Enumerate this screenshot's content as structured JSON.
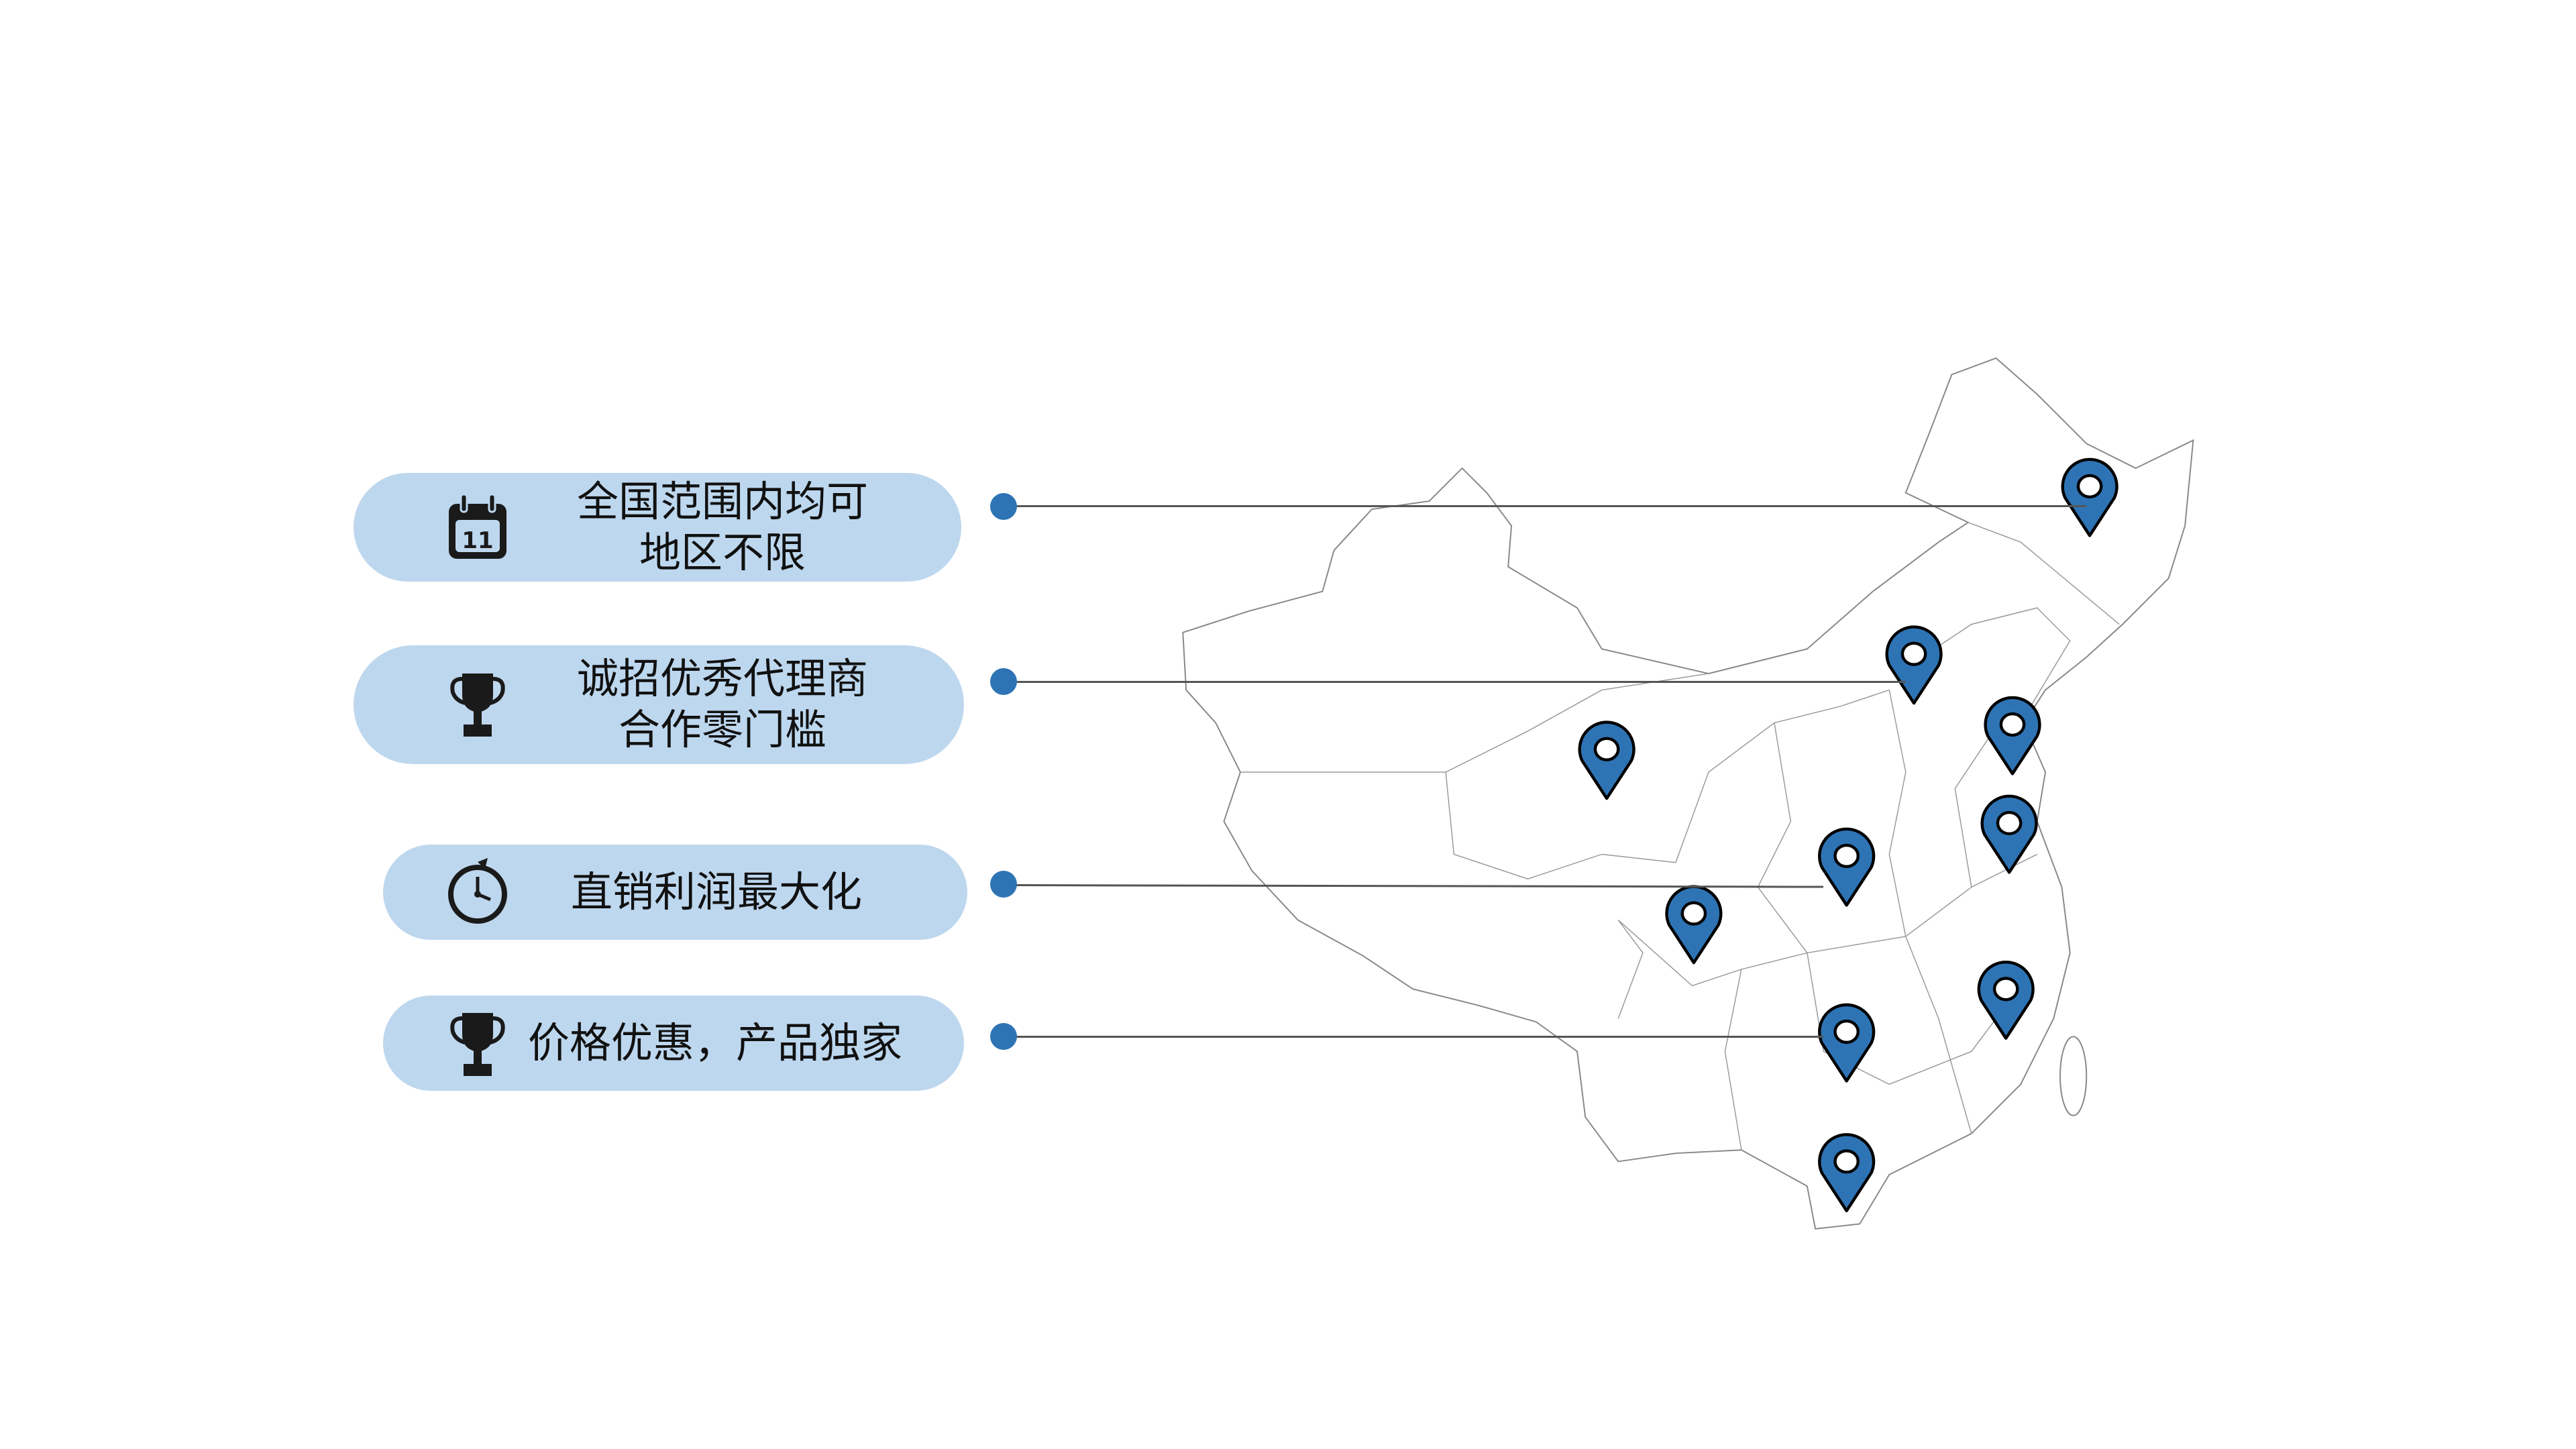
{
  "features": [
    {
      "icon": "calendar-icon",
      "line1": "全国范围内均可",
      "line2": "地区不限"
    },
    {
      "icon": "trophy-icon",
      "line1": "诚招优秀代理商",
      "line2": "合作零门槛"
    },
    {
      "icon": "stopwatch-icon",
      "line1": "直销利润最大化"
    },
    {
      "icon": "trophy-icon",
      "line1": "价格优惠，产品独家"
    }
  ],
  "colors": {
    "pill": "#bdd7ee",
    "accent": "#2e74b5",
    "map_stroke": "#888888"
  },
  "calendar_number": "11"
}
